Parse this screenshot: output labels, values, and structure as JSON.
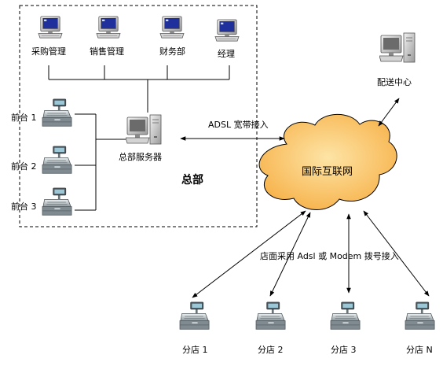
{
  "headquarters": {
    "title": "总部",
    "departments": [
      "采购管理",
      "销售管理",
      "财务部",
      "经理"
    ],
    "server_label": "总部服务器",
    "front_desks": [
      "前台 1",
      "前台 2",
      "前台 3"
    ]
  },
  "distribution_center": {
    "label": "配送中心"
  },
  "internet": {
    "label": "国际互联网",
    "adsl_label": "ADSL 宽带接入",
    "store_access_label": "店面采用 Adsl 或 Modem 拨号接入"
  },
  "branches": [
    "分店 1",
    "分店 2",
    "分店 3",
    "分店 N"
  ]
}
